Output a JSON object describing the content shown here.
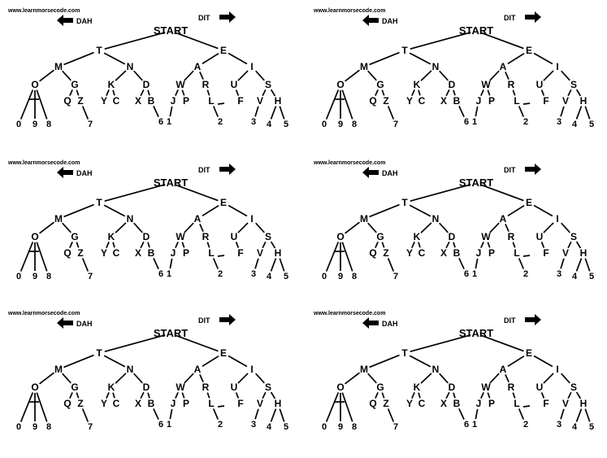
{
  "website": "www.learnmorsecode.com",
  "dah_label": "DAH",
  "dit_label": "DIT",
  "tree": {
    "root": "START",
    "nodes": [
      "T",
      "E",
      "M",
      "N",
      "A",
      "I",
      "O",
      "G",
      "K",
      "D",
      "W",
      "R",
      "U",
      "S",
      "Q",
      "Z",
      "Y",
      "C",
      "X",
      "B",
      "J",
      "P",
      "L",
      "F",
      "V",
      "H",
      "0",
      "9",
      "8",
      "7",
      "6",
      "1",
      "2",
      "3",
      "4",
      "5"
    ]
  },
  "panels": [
    {
      "id": "panel-1"
    },
    {
      "id": "panel-2"
    },
    {
      "id": "panel-3"
    },
    {
      "id": "panel-4"
    },
    {
      "id": "panel-5"
    },
    {
      "id": "panel-6"
    }
  ]
}
